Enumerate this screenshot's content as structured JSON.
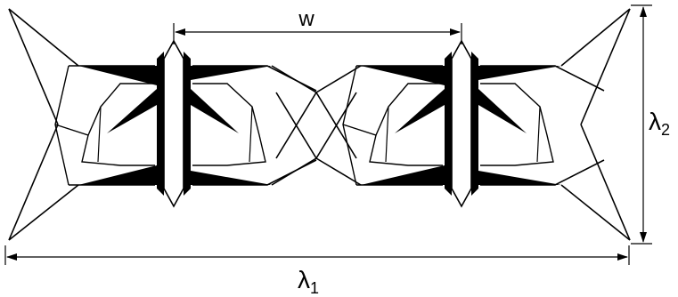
{
  "labels": {
    "width": "w",
    "lambda1_symbol": "λ",
    "lambda1_subscript": "1",
    "lambda2_symbol": "λ",
    "lambda2_subscript": "2"
  },
  "colors": {
    "stroke": "#000000",
    "fill": "#000000",
    "background": "#ffffff"
  }
}
